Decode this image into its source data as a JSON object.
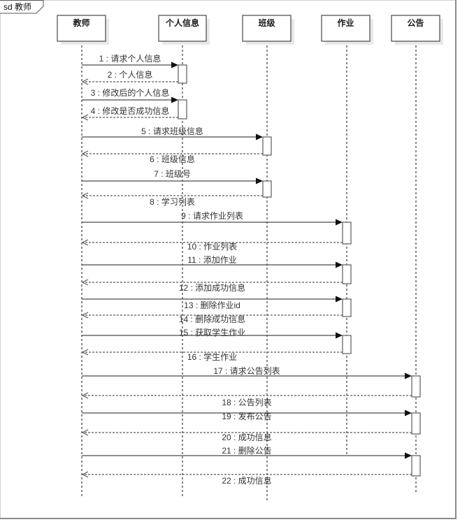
{
  "diagram": {
    "frame_title": "sd 教师",
    "participants": [
      {
        "name": "教师"
      },
      {
        "name": "个人信息"
      },
      {
        "name": "班级"
      },
      {
        "name": "作业"
      },
      {
        "name": "公告"
      }
    ],
    "messages": [
      {
        "index": 1,
        "from": 0,
        "to": 1,
        "kind": "sync",
        "label": "1 : 请求个人信息"
      },
      {
        "index": 2,
        "from": 1,
        "to": 0,
        "kind": "return",
        "label": "2 : 个人信息"
      },
      {
        "index": 3,
        "from": 0,
        "to": 1,
        "kind": "sync",
        "label": "3 : 修改后的个人信息"
      },
      {
        "index": 4,
        "from": 1,
        "to": 0,
        "kind": "return",
        "label": "4 : 修改是否成功信息"
      },
      {
        "index": 5,
        "from": 0,
        "to": 2,
        "kind": "sync",
        "label": "5 : 请求班级信息"
      },
      {
        "index": 6,
        "from": 2,
        "to": 0,
        "kind": "return",
        "label": "6 : 班级信息"
      },
      {
        "index": 7,
        "from": 0,
        "to": 2,
        "kind": "sync",
        "label": "7 : 班级号"
      },
      {
        "index": 8,
        "from": 2,
        "to": 0,
        "kind": "return",
        "label": "8 : 学习列表"
      },
      {
        "index": 9,
        "from": 0,
        "to": 3,
        "kind": "sync",
        "label": "9 : 请求作业列表"
      },
      {
        "index": 10,
        "from": 3,
        "to": 0,
        "kind": "return",
        "label": "10 : 作业列表"
      },
      {
        "index": 11,
        "from": 0,
        "to": 3,
        "kind": "sync",
        "label": "11 : 添加作业"
      },
      {
        "index": 12,
        "from": 3,
        "to": 0,
        "kind": "return",
        "label": "12 : 添加成功信息"
      },
      {
        "index": 13,
        "from": 0,
        "to": 3,
        "kind": "sync",
        "label": "13 : 删除作业id"
      },
      {
        "index": 14,
        "from": 3,
        "to": 0,
        "kind": "return",
        "label": "14 : 删除成功信息"
      },
      {
        "index": 15,
        "from": 0,
        "to": 3,
        "kind": "sync",
        "label": "15 : 获取学生作业"
      },
      {
        "index": 16,
        "from": 3,
        "to": 0,
        "kind": "return",
        "label": "16 : 学生作业"
      },
      {
        "index": 17,
        "from": 0,
        "to": 4,
        "kind": "sync",
        "label": "17 : 请求公告列表"
      },
      {
        "index": 18,
        "from": 4,
        "to": 0,
        "kind": "return",
        "label": "18 : 公告列表"
      },
      {
        "index": 19,
        "from": 0,
        "to": 4,
        "kind": "sync",
        "label": "19 : 发布公告"
      },
      {
        "index": 20,
        "from": 4,
        "to": 0,
        "kind": "return",
        "label": "20 : 成功信息"
      },
      {
        "index": 21,
        "from": 0,
        "to": 4,
        "kind": "sync",
        "label": "21 : 删除公告"
      },
      {
        "index": 22,
        "from": 4,
        "to": 0,
        "kind": "return",
        "label": "22 : 成功信息"
      }
    ]
  },
  "colors": {
    "frame_border": "#8a8a8a",
    "frame_top": "#d0d0d0",
    "box_border": "#555555",
    "box_shadow": "#e9e9e9",
    "lifeline": "#3a3a3a",
    "sync_line": "#4a4a4a",
    "arrowhead": "#111111",
    "return_line": "#5a5a5a",
    "activation_border": "#666666",
    "text": "#333333"
  }
}
